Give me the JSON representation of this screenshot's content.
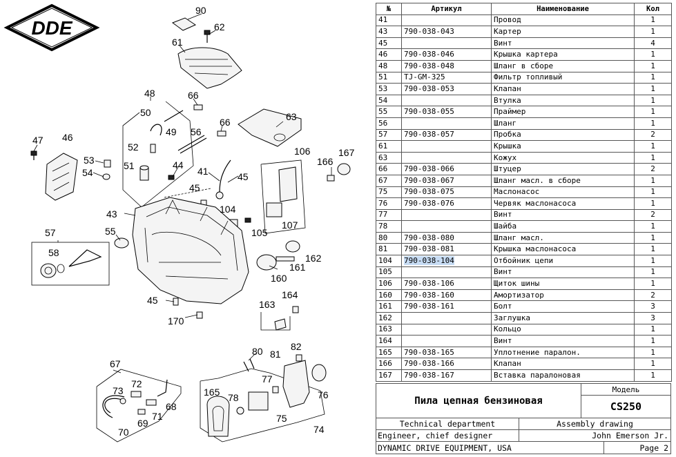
{
  "brand": {
    "logo_text": "DDE"
  },
  "callouts": [
    "90",
    "62",
    "61",
    "48",
    "66",
    "50",
    "49",
    "56",
    "66",
    "63",
    "52",
    "47",
    "46",
    "53",
    "54",
    "51",
    "44",
    "41",
    "45",
    "106",
    "166",
    "167",
    "45",
    "104",
    "107",
    "43",
    "55",
    "105",
    "57",
    "58",
    "162",
    "161",
    "160",
    "164",
    "45",
    "163",
    "170",
    "67",
    "80",
    "82",
    "81",
    "72",
    "73",
    "77",
    "68",
    "69",
    "71",
    "165",
    "78",
    "76",
    "70",
    "75",
    "74"
  ],
  "table": {
    "headers": [
      "№",
      "Артикул",
      "Наименование",
      "Кол"
    ],
    "rows": [
      [
        "41",
        "",
        "Провод",
        "1"
      ],
      [
        "43",
        "790-038-043",
        "Картер",
        "1"
      ],
      [
        "45",
        "",
        "Винт",
        "4"
      ],
      [
        "46",
        "790-038-046",
        "Крышка картера",
        "1"
      ],
      [
        "48",
        "790-038-048",
        "Шланг в сборе",
        "1"
      ],
      [
        "51",
        "TJ-GM-325",
        "Фильтр топливый",
        "1"
      ],
      [
        "53",
        "790-038-053",
        "Клапан",
        "1"
      ],
      [
        "54",
        "",
        "Втулка",
        "1"
      ],
      [
        "55",
        "790-038-055",
        "Праймер",
        "1"
      ],
      [
        "56",
        "",
        "Шланг",
        "1"
      ],
      [
        "57",
        "790-038-057",
        "Пробка",
        "2"
      ],
      [
        "61",
        "",
        "Крышка",
        "1"
      ],
      [
        "63",
        "",
        "Кожух",
        "1"
      ],
      [
        "66",
        "790-038-066",
        "Штуцер",
        "2"
      ],
      [
        "67",
        "790-038-067",
        "Шланг масл. в сборе",
        "1"
      ],
      [
        "75",
        "790-038-075",
        "Маслонасос",
        "1"
      ],
      [
        "76",
        "790-038-076",
        "Червяк маслонасоса",
        "1"
      ],
      [
        "77",
        "",
        "Винт",
        "2"
      ],
      [
        "78",
        "",
        "Шайба",
        "1"
      ],
      [
        "80",
        "790-038-080",
        "Шланг масл.",
        "1"
      ],
      [
        "81",
        "790-038-081",
        "Крышка маслонасоса",
        "1"
      ],
      [
        "104",
        "790-038-104",
        "Отбойник цепи",
        "1"
      ],
      [
        "105",
        "",
        "Винт",
        "1"
      ],
      [
        "106",
        "790-038-106",
        "Щиток шины",
        "1"
      ],
      [
        "160",
        "790-038-160",
        "Амортизатор",
        "2"
      ],
      [
        "161",
        "790-038-161",
        "Болт",
        "3"
      ],
      [
        "162",
        "",
        "Заглушка",
        "3"
      ],
      [
        "163",
        "",
        "Кольцо",
        "1"
      ],
      [
        "164",
        "",
        "Винт",
        "1"
      ],
      [
        "165",
        "790-038-165",
        "Уплотнение паралон.",
        "1"
      ],
      [
        "166",
        "790-038-166",
        "Клапан",
        "1"
      ],
      [
        "167",
        "790-038-167",
        "Вставка паралоновая",
        "1"
      ]
    ],
    "selected_row_index": 21,
    "selection_color": "#c7dcf4"
  },
  "title_block": {
    "product_name": "Пила цепная бензиновая",
    "model_label": "Модель",
    "model": "CS250",
    "department": "Technical department",
    "drawing_type": "Assembly drawing",
    "role": "Engineer, chief designer",
    "person": "John Emerson Jr.",
    "company": "DYNAMIC DRIVE EQUIPMENT, USA",
    "page": "Page 2"
  }
}
